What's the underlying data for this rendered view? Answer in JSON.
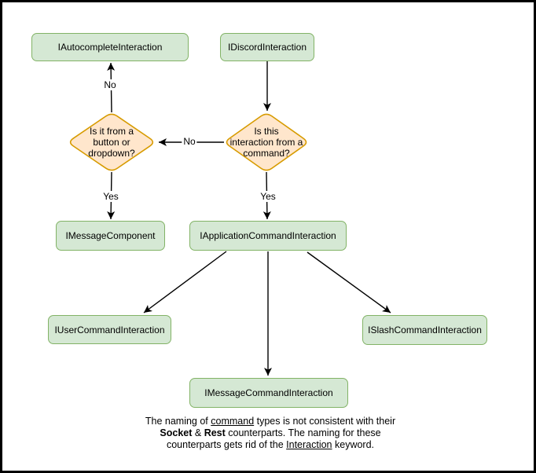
{
  "canvas": {
    "background": "#ffffff",
    "border_color": "#000000"
  },
  "colors": {
    "node_fill": "#d5e8d4",
    "node_border": "#82b366",
    "decision_fill": "#ffe6cc",
    "decision_border": "#d79b00",
    "connector": "#000000",
    "text": "#000000"
  },
  "nodes": {
    "autocomplete": "IAutocompleteInteraction",
    "discord": "IDiscordInteraction",
    "message_component": "IMessageComponent",
    "application_command": "IApplicationCommandInteraction",
    "user_command": "IUserCommandInteraction",
    "slash_command": "ISlashCommandInteraction",
    "message_command": "IMessageCommandInteraction"
  },
  "decisions": {
    "button_dropdown": {
      "line1": "Is it from a",
      "line2": "button or",
      "line3": "dropdown?"
    },
    "from_command": {
      "line1": "Is this",
      "line2": "interaction from a",
      "line3": "command?"
    }
  },
  "edge_labels": {
    "no_up": "No",
    "no_left": "No",
    "yes_left": "Yes",
    "yes_right": "Yes"
  },
  "caption": {
    "line1": {
      "t1": "The naming of ",
      "u1": "command",
      "t2": " types is not consistent with their"
    },
    "line2": {
      "b1": "Socket",
      "t1": " & ",
      "b2": "Rest",
      "t2": " counterparts. The naming for these"
    },
    "line3": {
      "t1": "counterparts gets rid of the ",
      "u1": "Interaction",
      "t2": " keyword."
    }
  }
}
